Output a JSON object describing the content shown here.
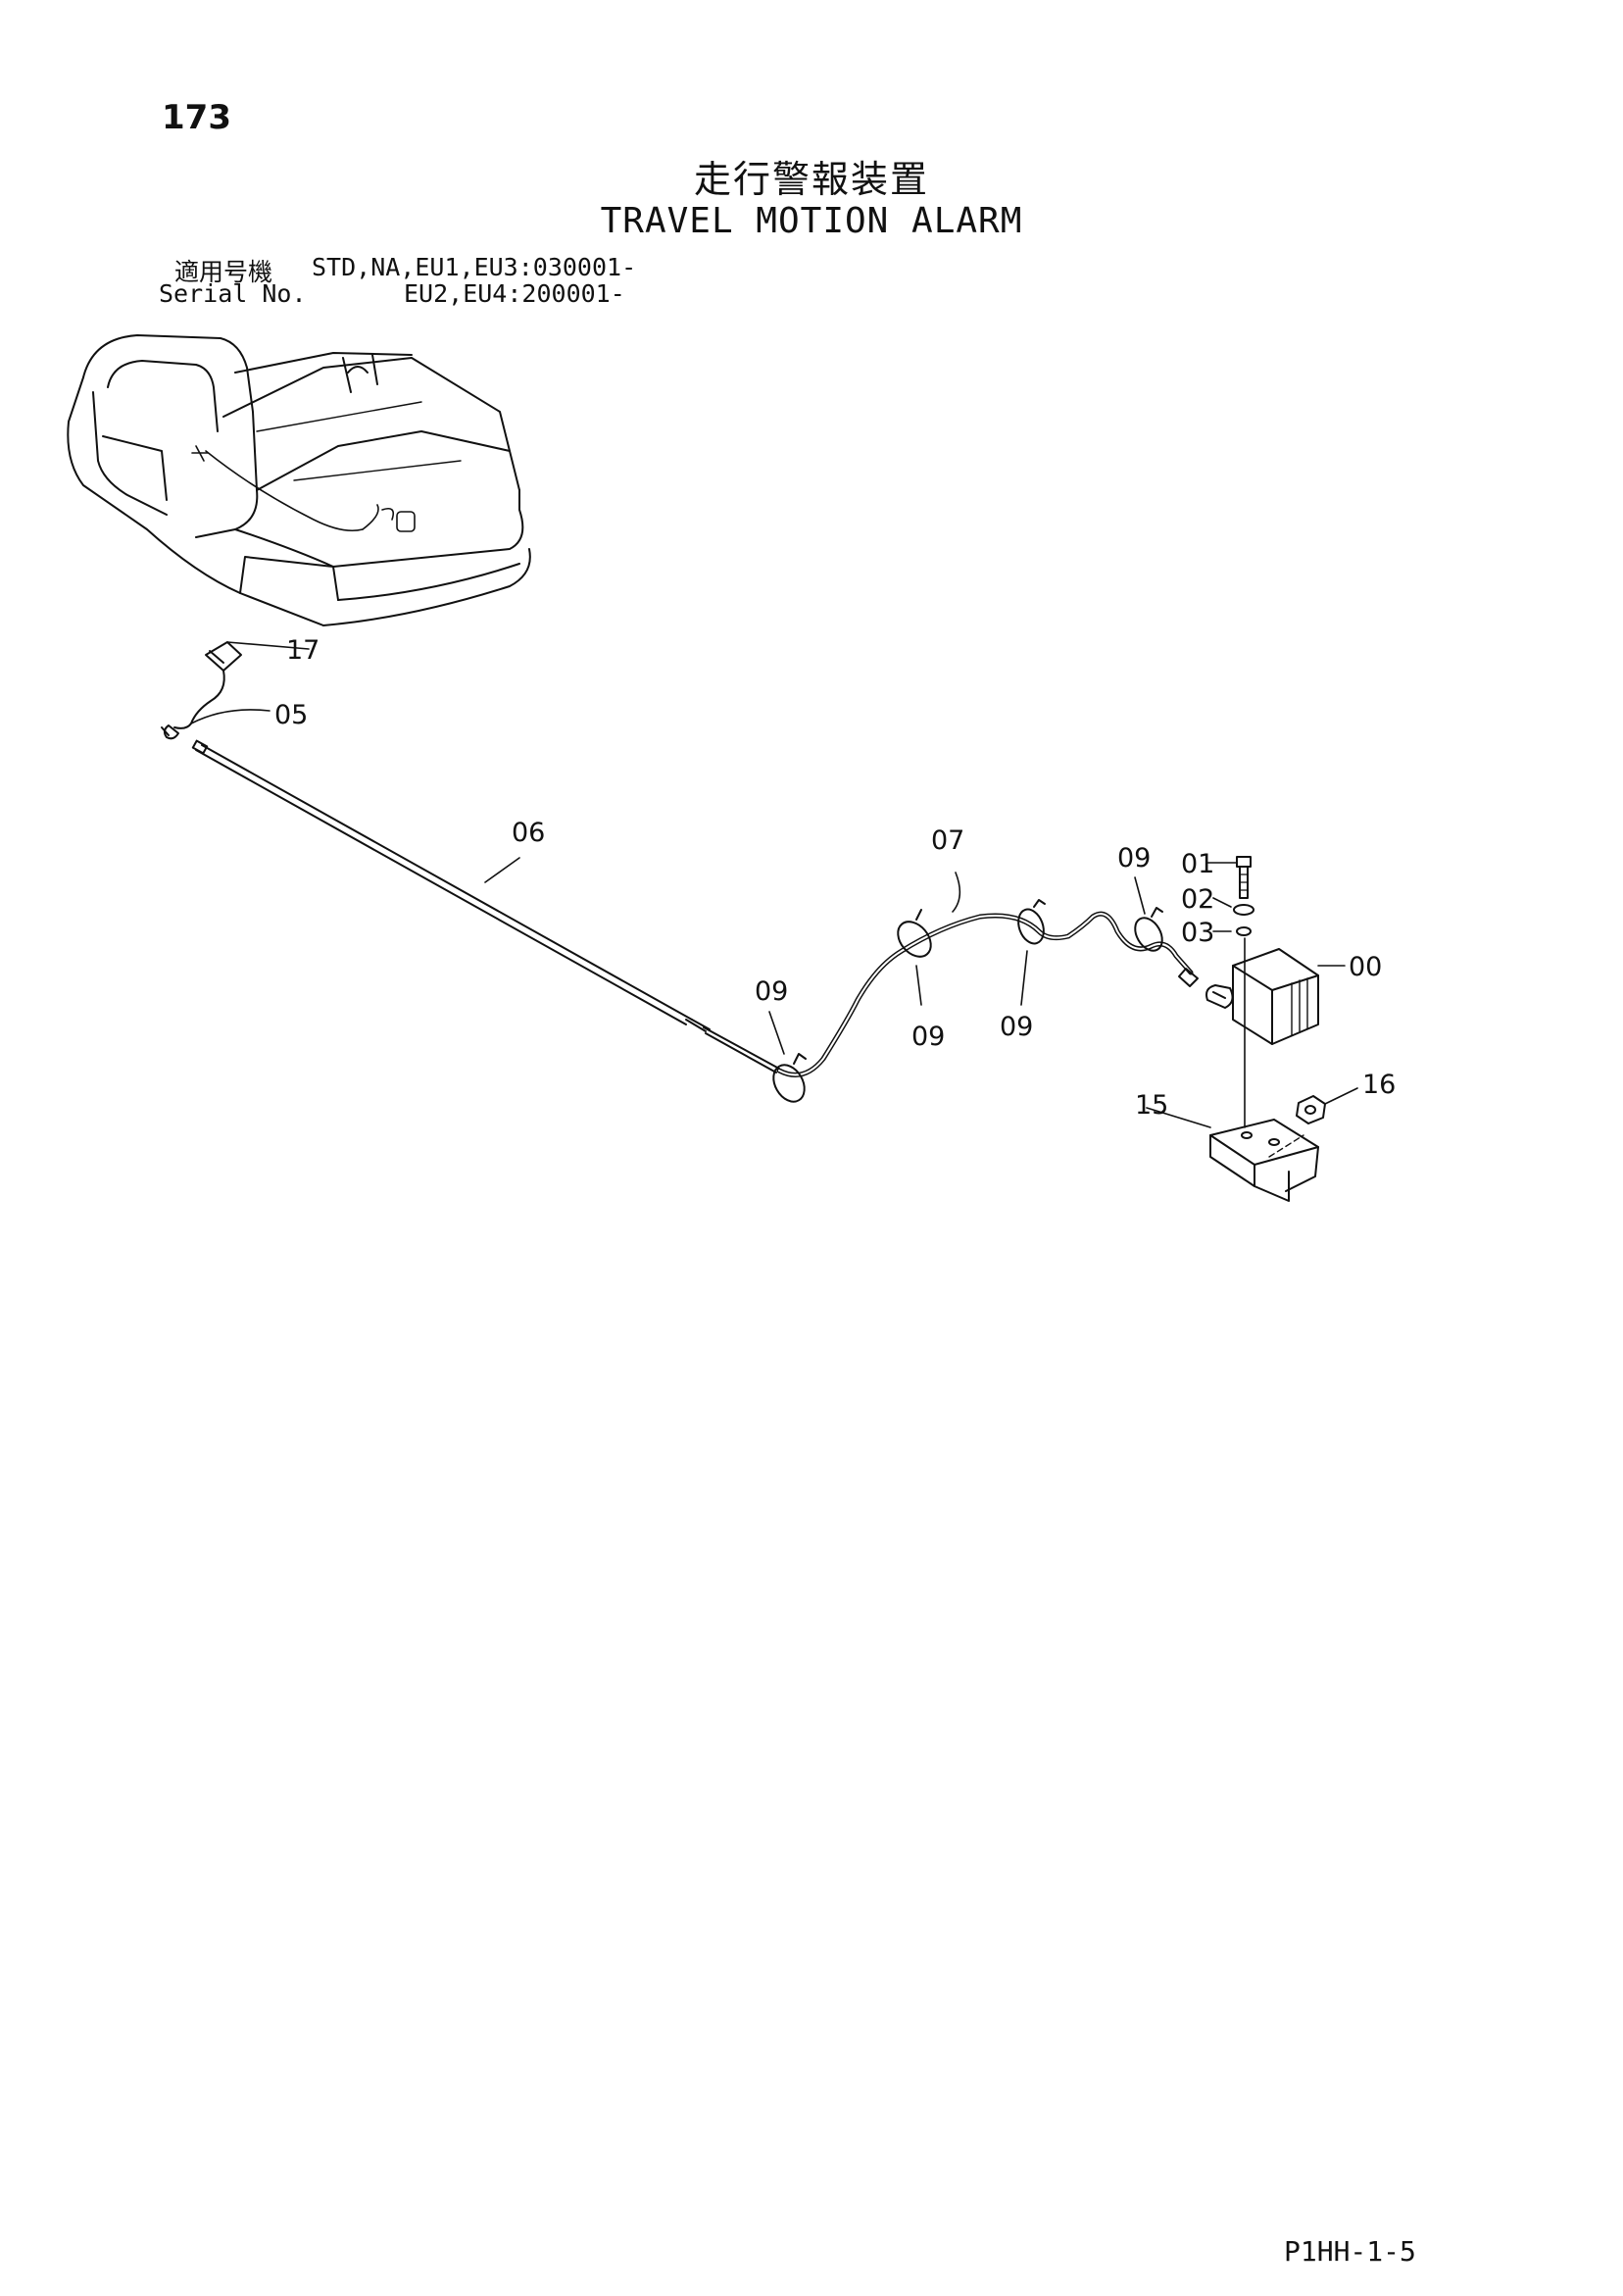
{
  "page": {
    "number": "173",
    "footer_code": "P1HH-1-5"
  },
  "title": {
    "japanese": "走行警報装置",
    "english": "TRAVEL MOTION ALARM"
  },
  "applicability": {
    "label_jp": "適用号機",
    "label_en": "Serial No.",
    "models_line1": "STD,NA,EU1,EU3:030001-",
    "models_line2": "EU2,EU4:200001-"
  },
  "callouts": {
    "c17": "17",
    "c05": "05",
    "c06": "06",
    "c07": "07",
    "c09a": "09",
    "c09b": "09",
    "c09c": "09",
    "c09d": "09",
    "c01": "01",
    "c02": "02",
    "c03": "03",
    "c00": "00",
    "c16": "16",
    "c15": "15"
  }
}
